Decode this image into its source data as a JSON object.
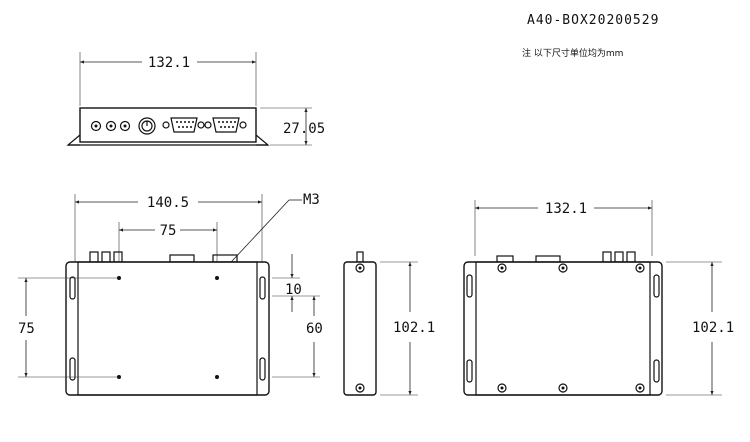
{
  "title": "A40-BOX20200529",
  "note": "注  以下尺寸单位均为mm",
  "callout_label": "M3",
  "dims": {
    "front_width": "132.1",
    "front_height": "27.05",
    "top_width": "140.5",
    "hole_spacing": "75",
    "hole_vertical": "75",
    "hole_offset": "10",
    "hole_spacing_60": "60",
    "side_depth": "102.1",
    "bottom_width": "132.1",
    "bottom_depth": "102.1"
  }
}
